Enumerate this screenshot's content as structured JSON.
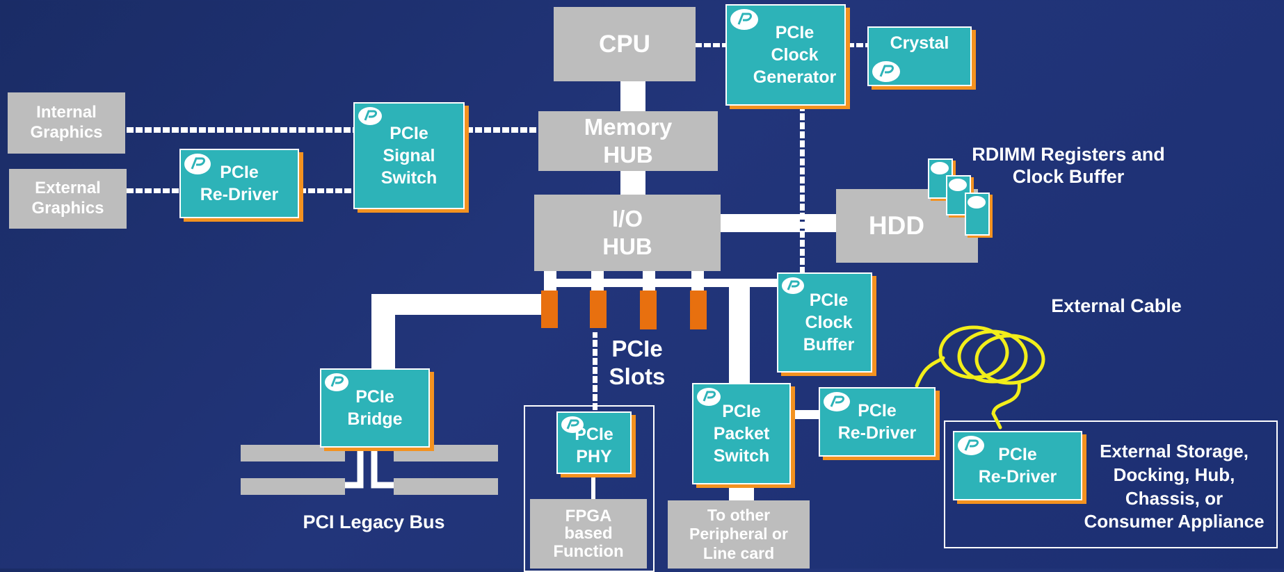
{
  "blocks": {
    "cpu": "CPU",
    "memory_hub": [
      "Memory",
      "HUB"
    ],
    "io_hub": [
      "I/O",
      "HUB"
    ],
    "internal_graphics": [
      "Internal",
      "Graphics"
    ],
    "external_graphics": [
      "External",
      "Graphics"
    ],
    "hdd": "HDD",
    "fpga": [
      "FPGA",
      "based",
      "Function"
    ],
    "peripheral": [
      "To other",
      "Peripheral or",
      "Line card"
    ]
  },
  "pcie": {
    "clock_generator": [
      "PCIe",
      "Clock",
      "Generator"
    ],
    "crystal": "Crystal",
    "signal_switch": [
      "PCIe",
      "Signal",
      "Switch"
    ],
    "redriver_graphics": [
      "PCIe",
      "Re-Driver"
    ],
    "clock_buffer": [
      "PCIe",
      "Clock",
      "Buffer"
    ],
    "bridge": [
      "PCIe",
      "Bridge"
    ],
    "phy": [
      "PCIe",
      "PHY"
    ],
    "packet_switch": [
      "PCIe",
      "Packet",
      "Switch"
    ],
    "redriver_cable": [
      "PCIe",
      "Re-Driver"
    ],
    "redriver_external": [
      "PCIe",
      "Re-Driver"
    ]
  },
  "labels": {
    "rdimm": [
      "RDIMM Registers and",
      "Clock Buffer"
    ],
    "external_cable": "External Cable",
    "pcie_slots": [
      "PCIe",
      "Slots"
    ],
    "pci_legacy_bus": "PCI Legacy Bus",
    "external_storage": [
      "External Storage,",
      "Docking, Hub,",
      "Chassis, or",
      "Consumer Appliance"
    ]
  },
  "colors": {
    "background": "#1f3170",
    "block_gray": "#bdbdbd",
    "pcie_teal": "#2db3b8",
    "shadow_orange": "#f39220",
    "slot_orange": "#e8700f",
    "cable_yellow": "#f2ee1a"
  },
  "icons": {
    "pcie_logo": "pci-sig-logo-icon",
    "cable": "coiled-cable-icon"
  }
}
